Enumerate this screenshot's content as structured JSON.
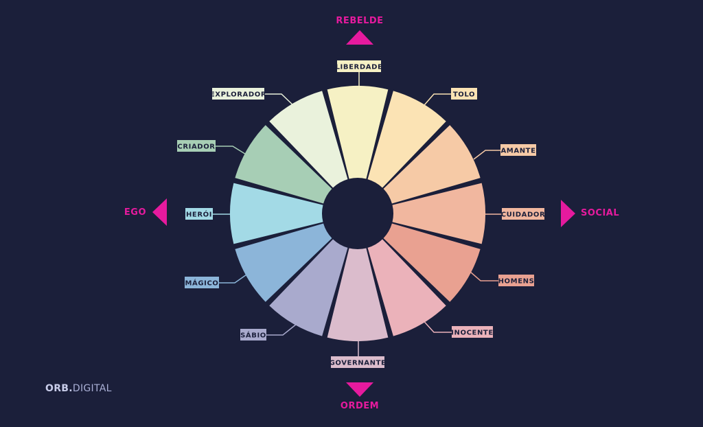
{
  "diagram": {
    "segments": [
      {
        "label": "LIBERDADE",
        "color": "#f6f1c4"
      },
      {
        "label": "TOLO",
        "color": "#fbe3b4"
      },
      {
        "label": "AMANTE",
        "color": "#f6caa6"
      },
      {
        "label": "CUIDADOR",
        "color": "#f1b79f"
      },
      {
        "label": "HOMENS",
        "color": "#e9a191"
      },
      {
        "label": "INOCENTE",
        "color": "#ebb2ba"
      },
      {
        "label": "GOVERNANTE",
        "color": "#dbbccc"
      },
      {
        "label": "SÁBIO",
        "color": "#a9aacd"
      },
      {
        "label": "MÁGICO",
        "color": "#8cb5d9"
      },
      {
        "label": "HERÓI",
        "color": "#a3dae6"
      },
      {
        "label": "CRIADOR",
        "color": "#a7ceb5"
      },
      {
        "label": "EXPLORADOR",
        "color": "#eaf2dc"
      }
    ],
    "axes": {
      "top": "REBELDE",
      "bottom": "ORDEM",
      "left": "EGO",
      "right": "SOCIAL"
    },
    "accent": "#e61a9e",
    "background": "#1b1f3a"
  },
  "brand": {
    "bold": "ORB.",
    "light": "DIGITAL"
  }
}
